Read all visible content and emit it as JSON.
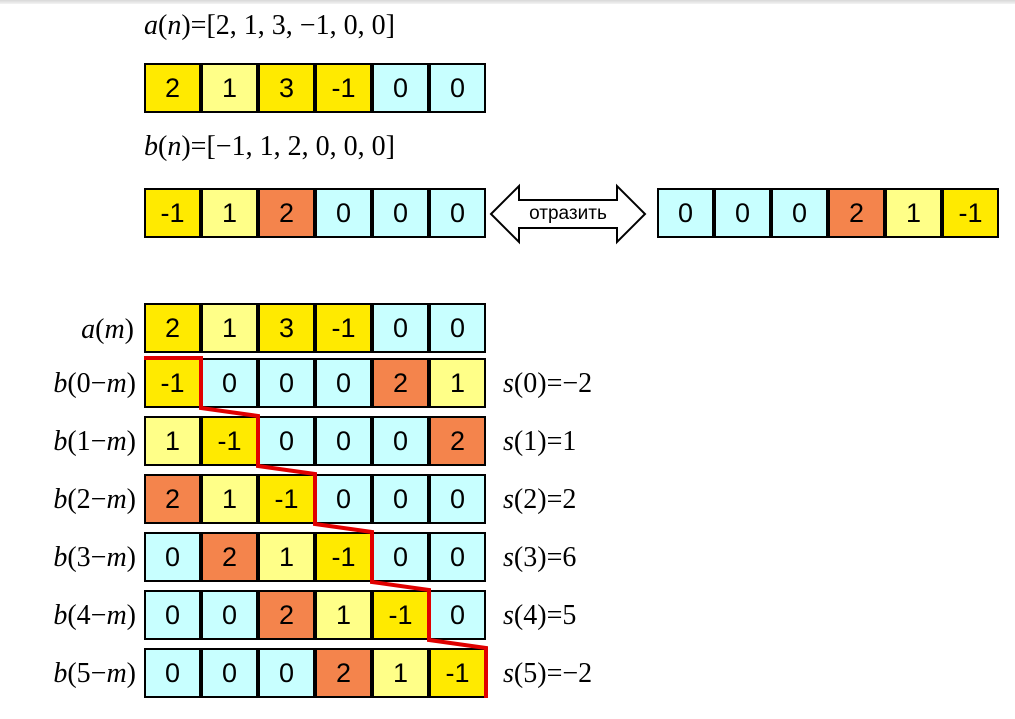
{
  "colors": {
    "pos_large": "#ffea00",
    "pos_small": "#ffff88",
    "peak": "#f4844c",
    "zero": "#c8ffff",
    "neg": "#ffea00",
    "staircase": "#e00000"
  },
  "a_equation": {
    "lhs": "a",
    "arg": "n",
    "rest": "=[2,  1,  3,  −1,  0,  0]"
  },
  "b_equation": {
    "lhs": "b",
    "arg": "n",
    "rest": "=[−1,  1,  2,  0,  0,  0]"
  },
  "a_sequence": [
    "2",
    "1",
    "3",
    "-1",
    "0",
    "0"
  ],
  "b_sequence": [
    "-1",
    "1",
    "2",
    "0",
    "0",
    "0"
  ],
  "b_reflected": [
    "0",
    "0",
    "0",
    "2",
    "1",
    "-1"
  ],
  "reflect_label": "отразить",
  "grid_header": {
    "label_fn": "a",
    "label_arg": "m",
    "values": [
      "2",
      "1",
      "3",
      "-1",
      "0",
      "0"
    ]
  },
  "grid_rows": [
    {
      "fn": "b",
      "arg_num": "0",
      "arg_var": "m",
      "values": [
        "-1",
        "0",
        "0",
        "0",
        "2",
        "1"
      ],
      "sum_fn": "s",
      "sum_arg": "0",
      "sum_value": "=−2"
    },
    {
      "fn": "b",
      "arg_num": "1",
      "arg_var": "m",
      "values": [
        "1",
        "-1",
        "0",
        "0",
        "0",
        "2"
      ],
      "sum_fn": "s",
      "sum_arg": "1",
      "sum_value": "=1"
    },
    {
      "fn": "b",
      "arg_num": "2",
      "arg_var": "m",
      "values": [
        "2",
        "1",
        "-1",
        "0",
        "0",
        "0"
      ],
      "sum_fn": "s",
      "sum_arg": "2",
      "sum_value": "=2"
    },
    {
      "fn": "b",
      "arg_num": "3",
      "arg_var": "m",
      "values": [
        "0",
        "2",
        "1",
        "-1",
        "0",
        "0"
      ],
      "sum_fn": "s",
      "sum_arg": "3",
      "sum_value": "=6"
    },
    {
      "fn": "b",
      "arg_num": "4",
      "arg_var": "m",
      "values": [
        "0",
        "0",
        "2",
        "1",
        "-1",
        "0"
      ],
      "sum_fn": "s",
      "sum_arg": "4",
      "sum_value": "=5"
    },
    {
      "fn": "b",
      "arg_num": "5",
      "arg_var": "m",
      "values": [
        "0",
        "0",
        "0",
        "2",
        "1",
        "-1"
      ],
      "sum_fn": "s",
      "sum_arg": "5",
      "sum_value": "=−2"
    }
  ]
}
